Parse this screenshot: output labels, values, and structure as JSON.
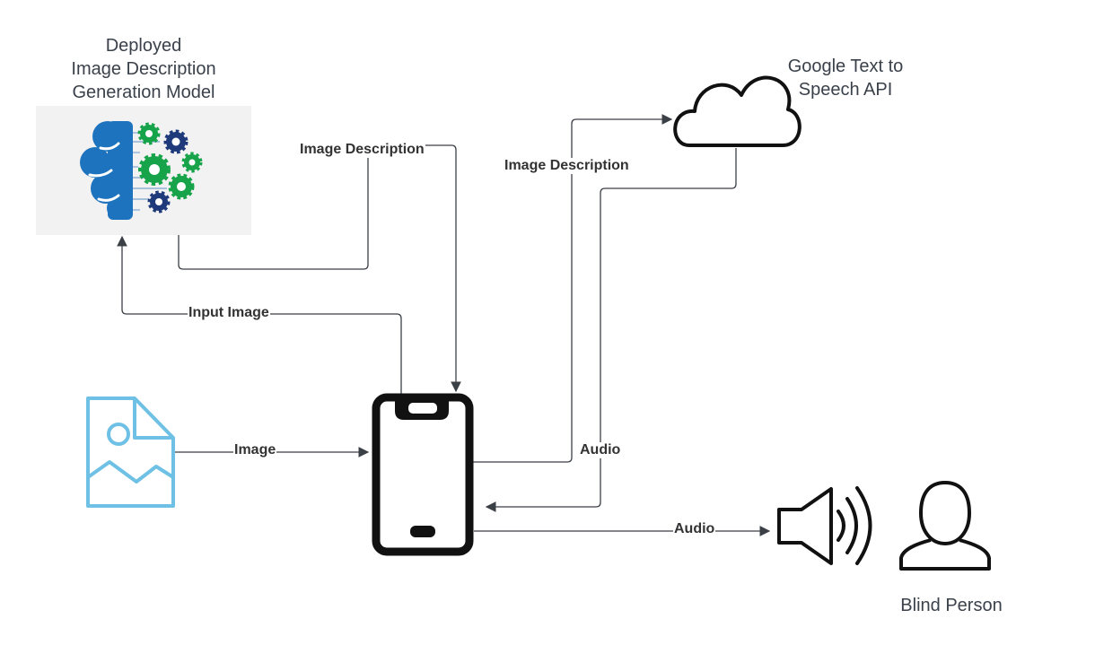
{
  "nodes": {
    "model": {
      "title_lines": [
        "Deployed",
        "Image Description",
        "Generation Model"
      ]
    },
    "tts": {
      "title_lines": [
        "Google Text to",
        "Speech API"
      ]
    },
    "blind_person": {
      "title": "Blind Person"
    }
  },
  "edges": {
    "phone_to_model": "Input Image",
    "model_to_phone": "Image Description",
    "phone_to_tts": "Image Description",
    "tts_to_phone": "Audio",
    "image_to_phone": "Image",
    "phone_to_speaker": "Audio"
  },
  "icons": {
    "model": "brain-gears-icon",
    "tts": "cloud-icon",
    "image": "image-file-icon",
    "phone": "smartphone-icon",
    "speaker": "speaker-icon",
    "person": "person-icon"
  },
  "colors": {
    "line": "#3b3f46",
    "brain": "#1e73be",
    "gear_green": "#17a34a",
    "gear_navy": "#1f3a7a",
    "image_icon": "#6ec1e4"
  }
}
